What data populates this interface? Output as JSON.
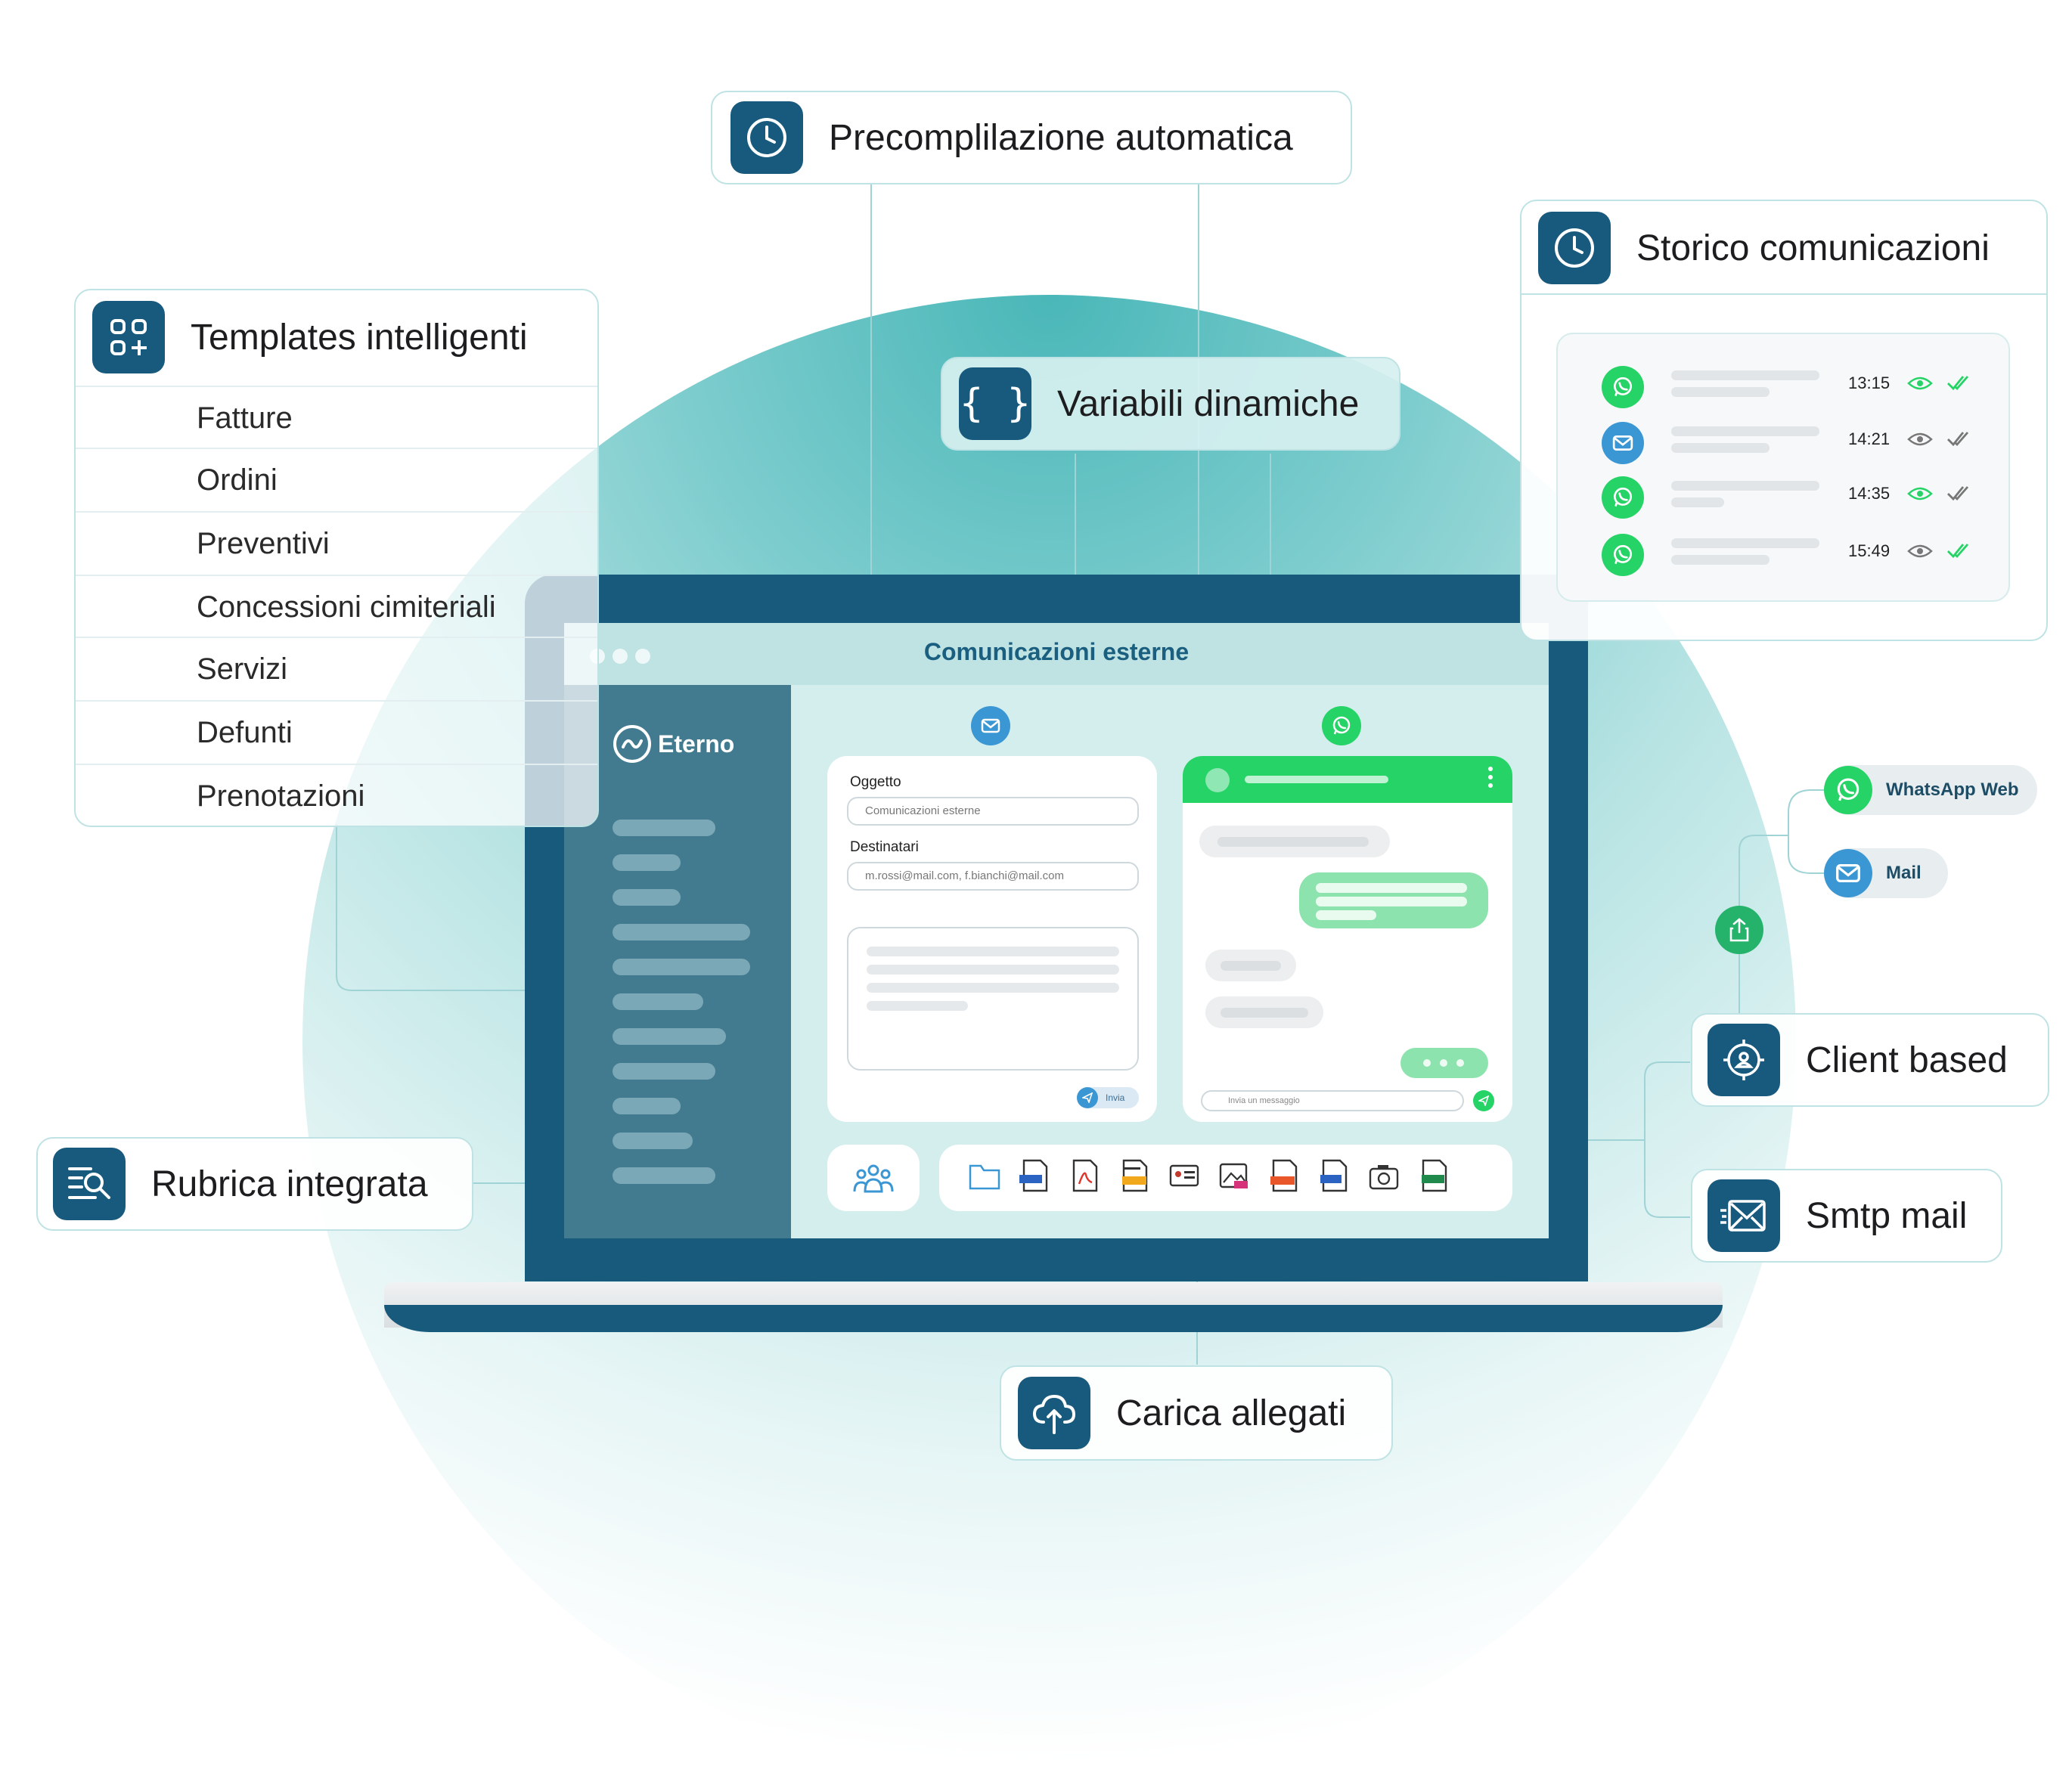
{
  "features": {
    "precompilazione": "Precomplilazione automatica",
    "templates_title": "Templates intelligenti",
    "variabili": "Variabili dinamiche",
    "storico": "Storico comunicazioni",
    "rubrica": "Rubrica integrata",
    "client_based": "Client based",
    "smtp": "Smtp mail",
    "carica": "Carica allegati"
  },
  "templates": [
    "Fatture",
    "Ordini",
    "Preventivi",
    "Concessioni cimiteriali",
    "Servizi",
    "Defunti",
    "Prenotazioni"
  ],
  "storico_rows": [
    {
      "channel": "whatsapp",
      "time": "13:15",
      "seen": true,
      "read": true
    },
    {
      "channel": "mail",
      "time": "14:21",
      "seen": false,
      "read": false
    },
    {
      "channel": "whatsapp",
      "time": "14:35",
      "seen": true,
      "read": false
    },
    {
      "channel": "whatsapp",
      "time": "15:49",
      "seen": false,
      "read": true
    }
  ],
  "channels": {
    "whatsapp": "WhatsApp Web",
    "mail": "Mail"
  },
  "app": {
    "window_title": "Comunicazioni esterne",
    "brand": "Eterno",
    "oggetto_label": "Oggetto",
    "oggetto_value": "Comunicazioni esterne",
    "destinatari_label": "Destinatari",
    "destinatari_value": "m.rossi@mail.com, f.bianchi@mail.com",
    "send_label": "Invia",
    "chat_placeholder": "Invia un messaggio"
  },
  "file_types": [
    "folder",
    "DOCX",
    "PDF",
    "TEXT",
    "card",
    "PNG",
    "JPEG",
    "DOT",
    "photo",
    "XLSX"
  ],
  "colors": {
    "brand": "#175a7d",
    "teal": "#4ab7b8",
    "whatsapp": "#25d366",
    "mail": "#3b97d3"
  }
}
